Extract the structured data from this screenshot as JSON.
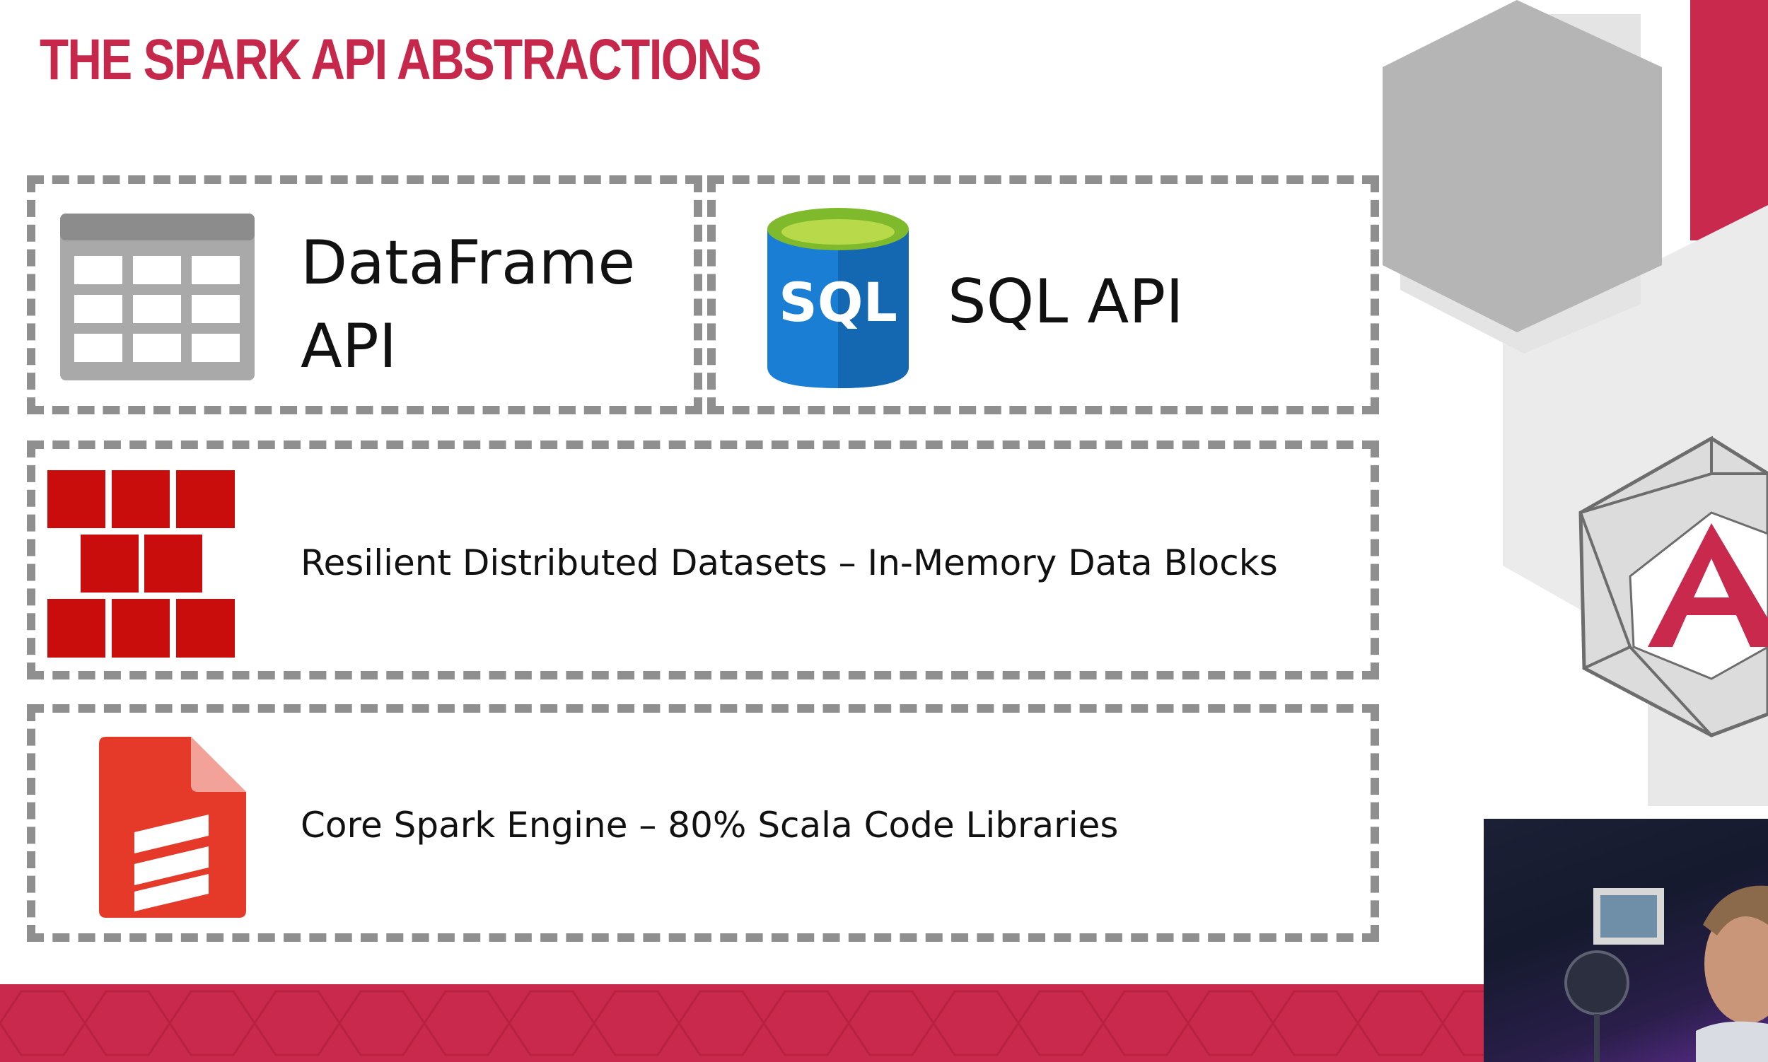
{
  "slide": {
    "title": "THE SPARK API ABSTRACTIONS",
    "accent_color": "#c8294c",
    "box_border_color": "#8f8f8f"
  },
  "layers": {
    "dataframe": {
      "label_line1": "DataFrame",
      "label_line2": "API",
      "icon": "table-grid-icon"
    },
    "sql": {
      "label": "SQL API",
      "icon": "sql-database-icon",
      "icon_text": "SQL"
    },
    "rdd": {
      "label": "Resilient Distributed Datasets – In-Memory Data Blocks",
      "icon": "brick-wall-icon"
    },
    "core": {
      "label": "Core Spark Engine – 80% Scala Code Libraries",
      "icon": "scala-file-icon"
    }
  },
  "decorations": {
    "logo": "angular-shield-logo",
    "logo_letter": "A",
    "presenter_video": "webcam-overlay"
  }
}
